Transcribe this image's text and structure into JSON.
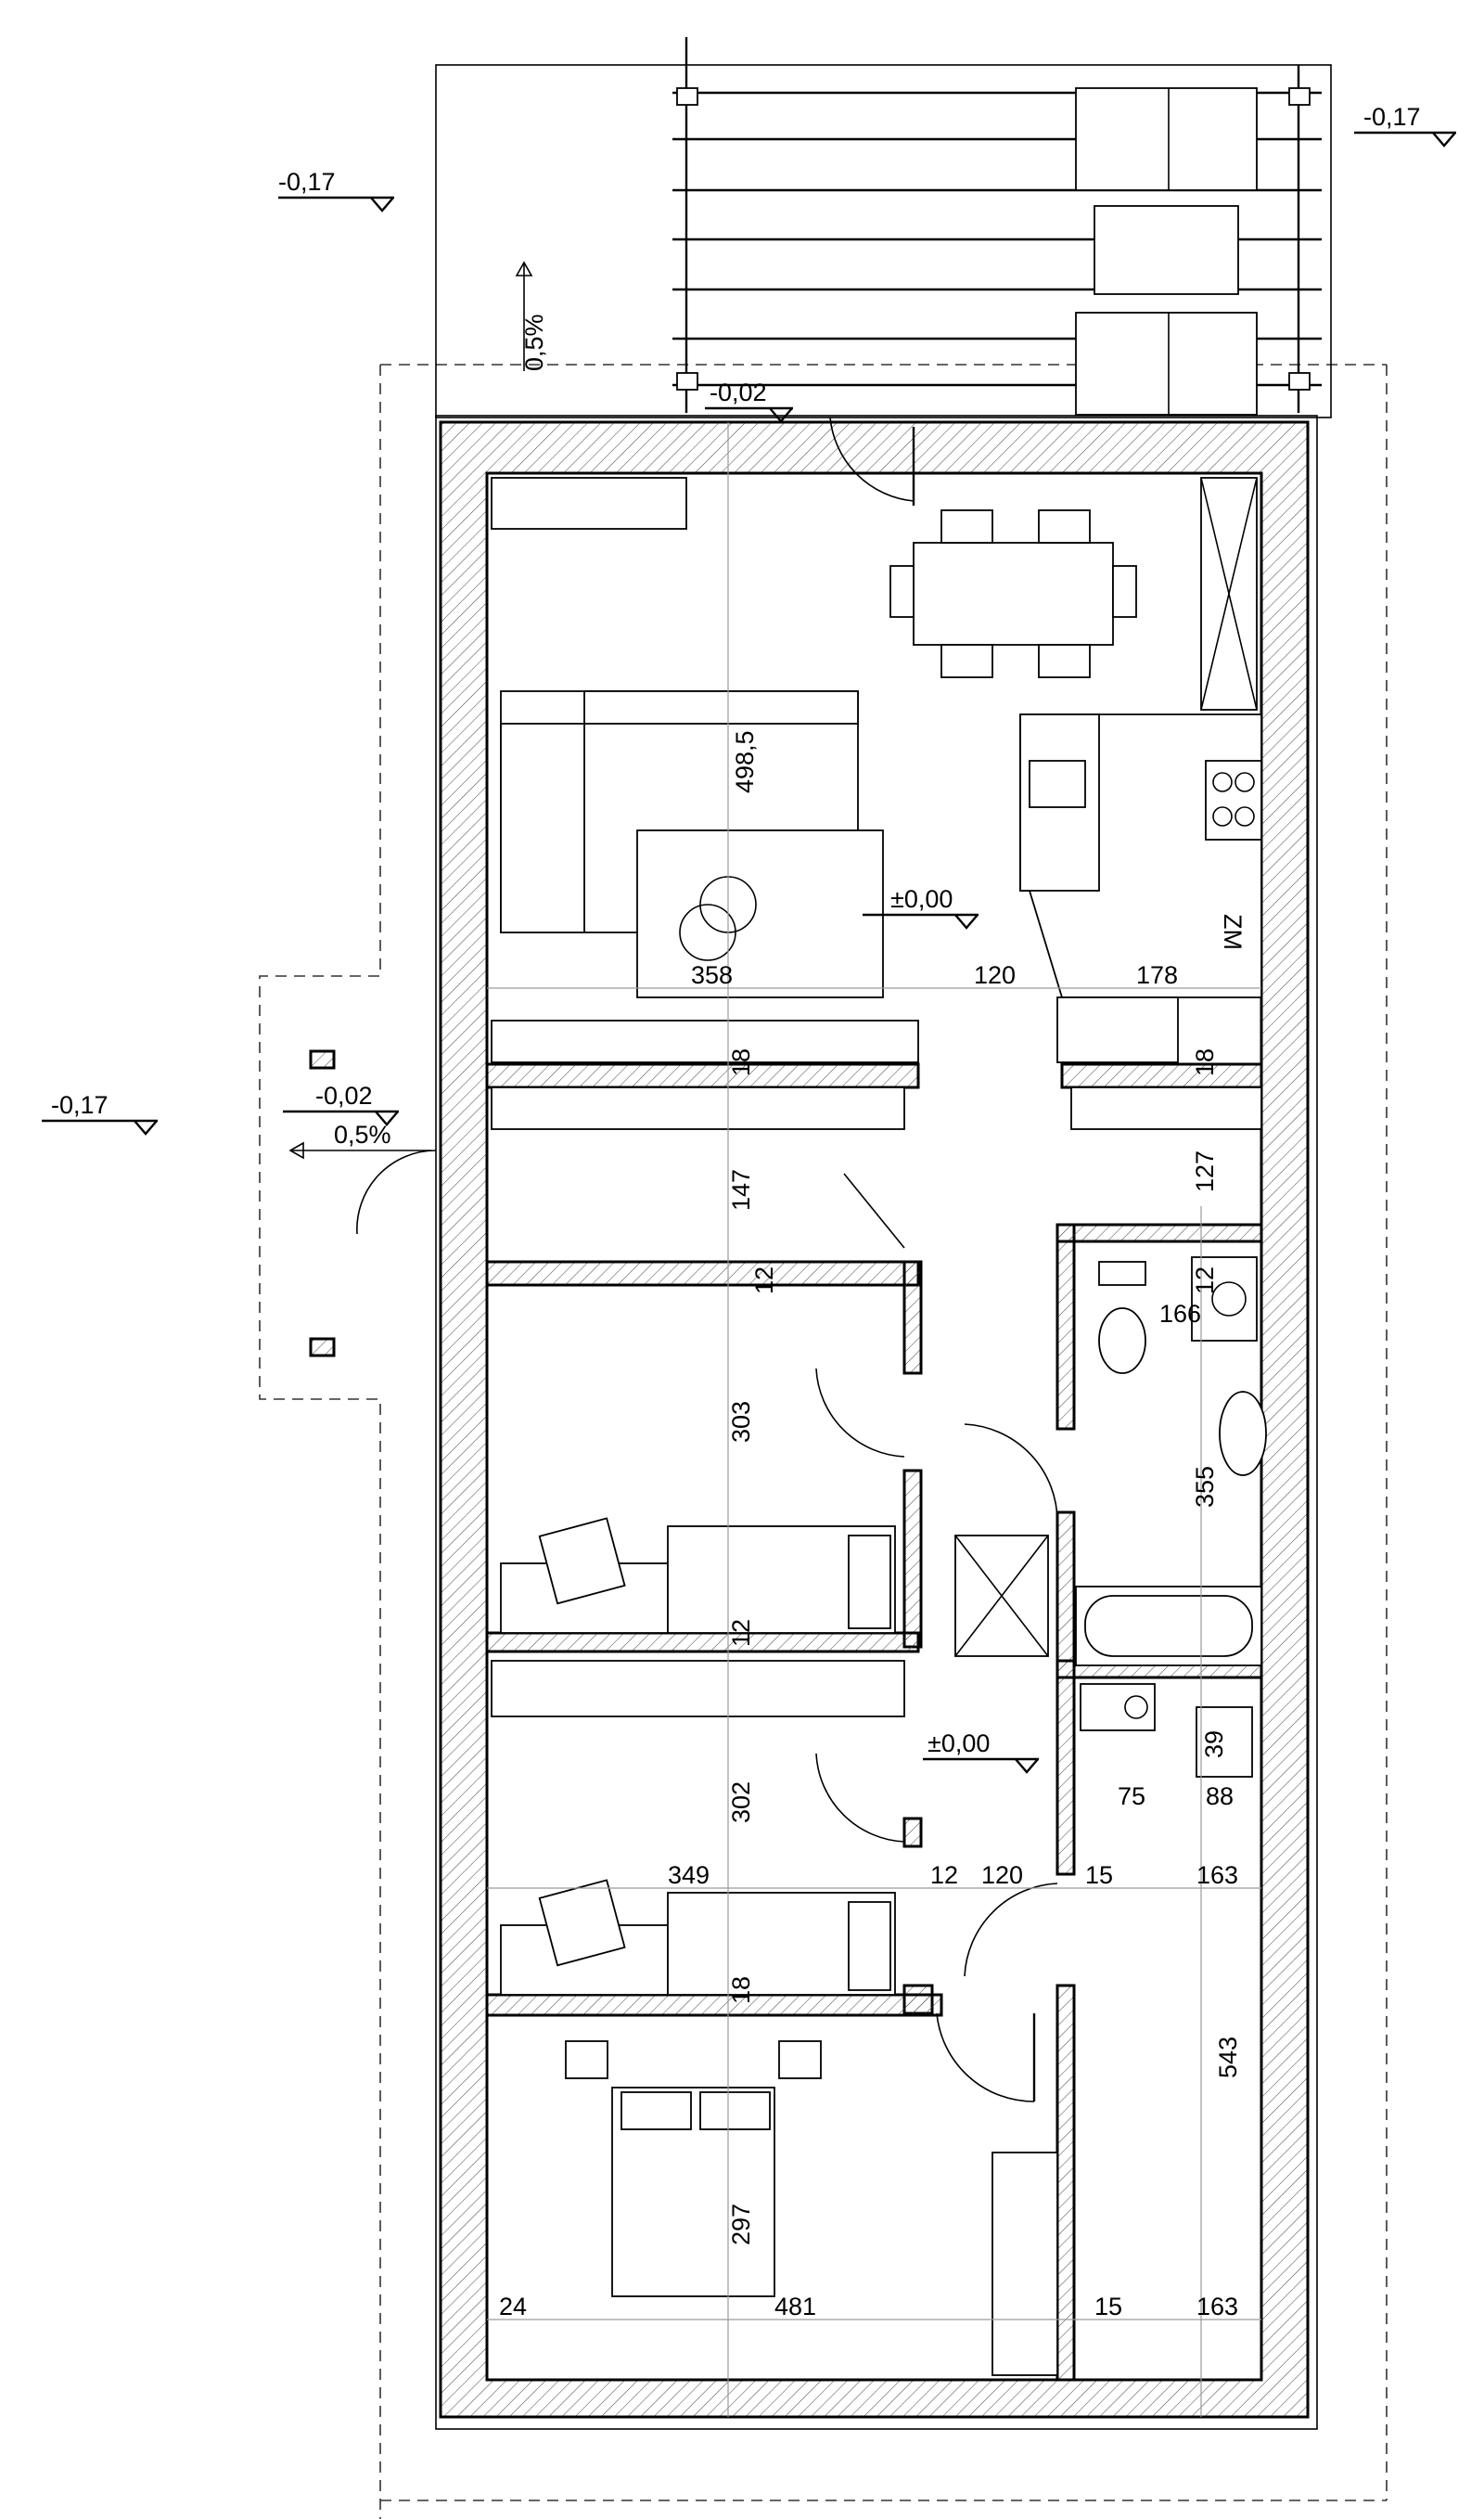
{
  "levels": {
    "outer_left_top": "-0,17",
    "outer_right_top": "-0,17",
    "outer_left_mid": "-0,17",
    "terrace": "-0,02",
    "entrance": "-0,02",
    "floor_living": "±0,00",
    "floor_hall": "±0,00"
  },
  "slopes": {
    "terrace_slope": "0,5%",
    "entrance_slope": "0,5%"
  },
  "labels": {
    "fridge_tag": "ZM"
  },
  "dimensions": {
    "living_depth": "498,5",
    "living_width": "358",
    "corridor_width_top": "120",
    "kitchen_width": "178",
    "wall_a": "18",
    "wall_b": "18",
    "wardrobe_depth": "147",
    "closet_depth": "127",
    "wall_c": "12",
    "wall_d": "12",
    "wc_width": "166",
    "bedroom1_depth": "303",
    "bath_depth": "355",
    "wall_e": "12",
    "bedroom2_depth": "302",
    "boiler_a": "39",
    "boiler_b": "75",
    "boiler_c": "88",
    "bedroom_width": "349",
    "wall_f": "12",
    "corridor_width_mid": "120",
    "wall_g": "15",
    "utility_width_top": "163",
    "utility_depth": "543",
    "wall_h": "18",
    "bedroom3_depth": "297",
    "ext_wall": "24",
    "bedroom3_width": "481",
    "wall_i": "15",
    "utility_width_bottom": "163"
  }
}
